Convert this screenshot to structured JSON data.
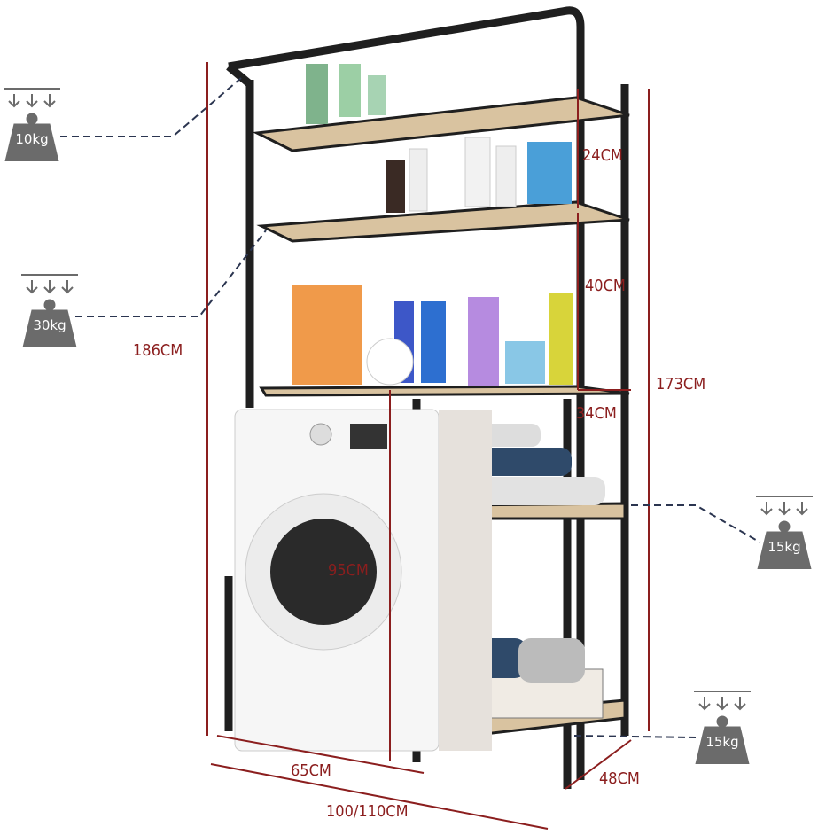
{
  "weights": [
    {
      "label": "10kg",
      "name": "top-hanger-load"
    },
    {
      "label": "30kg",
      "name": "middle-shelf-load"
    },
    {
      "label": "15kg",
      "name": "side-shelf-load"
    },
    {
      "label": "15kg",
      "name": "bottom-shelf-load"
    }
  ],
  "dimensions": {
    "total_height": "186CM",
    "shelf_height": "173CM",
    "top_gap": "24CM",
    "middle_gap": "40CM",
    "shelf_depth": "34CM",
    "machine_clearance": "95CM",
    "machine_width": "65CM",
    "depth": "48CM",
    "total_width": "100/110CM"
  },
  "colors": {
    "dimension": "#8b1e1e",
    "frame": "#1f1f1f",
    "wood": "#d9c3a0",
    "weight": "#6b6b6b"
  }
}
